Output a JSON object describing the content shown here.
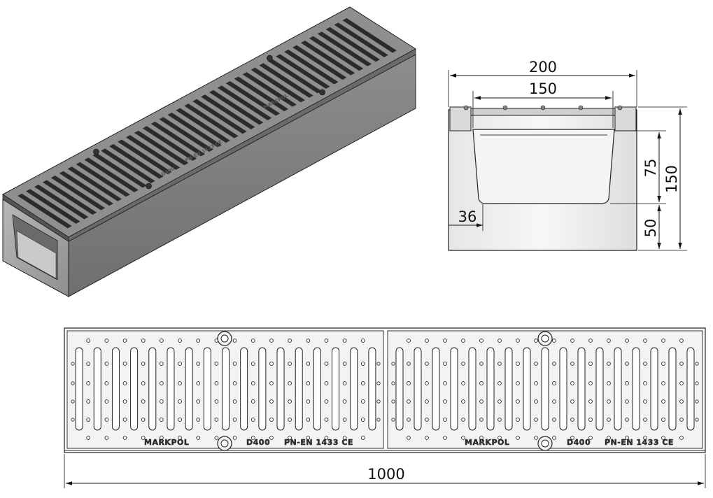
{
  "dimensions": {
    "width_total": "200",
    "width_inner": "150",
    "height_total": "150",
    "height_channel": "75",
    "height_base": "50",
    "wall": "36",
    "length": "1000"
  },
  "grate": {
    "brand": "MARKPOL",
    "load_class": "D400",
    "standard": "PN-EN 1433 CE"
  },
  "colors": {
    "line": "#1a1a1a",
    "concrete": "#9c9c9c",
    "grate_metal": "#8a8a8a",
    "slot": "#2b2b2b"
  }
}
